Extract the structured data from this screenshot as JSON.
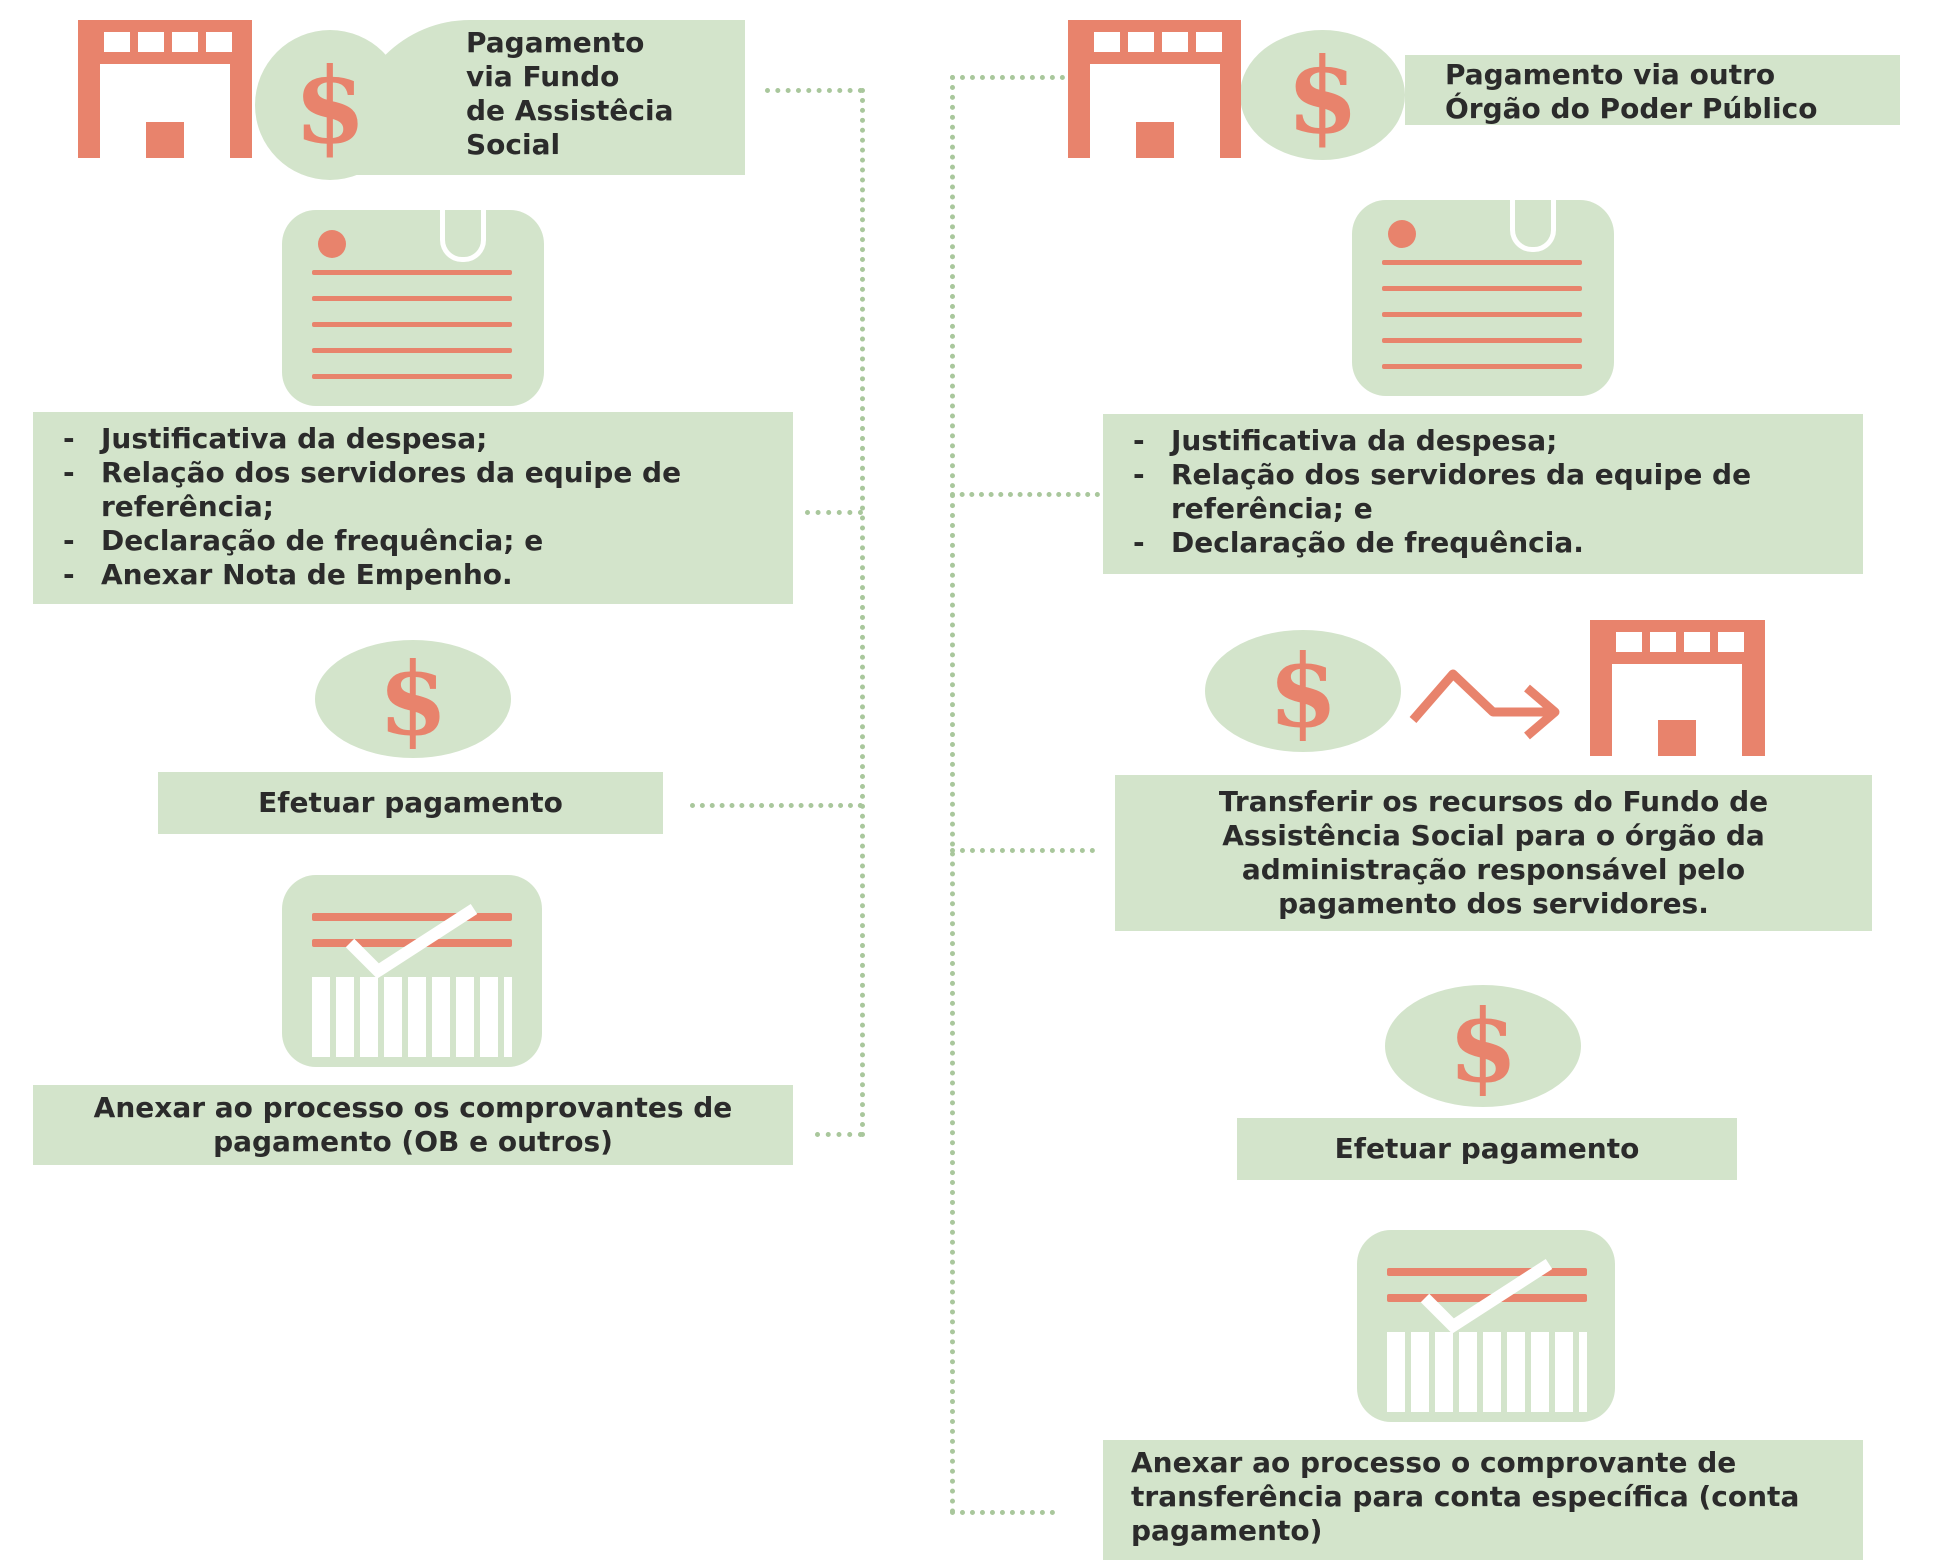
{
  "left": {
    "header_label": "Pagamento via Fundo de Assistêcia Social",
    "header_lines": [
      "Pagamento",
      "via Fundo",
      "de Assistêcia",
      "Social"
    ],
    "requirements": [
      "Justificativa da despesa;",
      "Relação dos servidores da equipe de referência;",
      "Declaração de frequência; e",
      "Anexar Nota de Empenho."
    ],
    "pay_label": "Efetuar pagamento",
    "attach_label": "Anexar ao processo os comprovantes de pagamento (OB e outros)"
  },
  "right": {
    "header_label": "Pagamento via outro Órgão do Poder Público",
    "header_lines": [
      "Pagamento via outro",
      "Órgão do Poder Público"
    ],
    "requirements": [
      "Justificativa da despesa;",
      "Relação dos servidores da equipe de referência; e",
      "Declaração de frequência."
    ],
    "transfer_label": "Transferir os recursos do Fundo de Assistência Social para o órgão da administração responsável pelo pagamento dos servidores.",
    "pay_label": "Efetuar pagamento",
    "attach_label": "Anexar ao processo o comprovante de transferência para conta específica (conta pagamento)"
  },
  "icons": {
    "building": "building-icon",
    "coin": "dollar-coin-icon",
    "document": "clipboard-document-icon",
    "receipt": "receipt-check-icon",
    "arrow": "transfer-arrow-icon"
  },
  "colors": {
    "accent": "#e8836c",
    "panel": "#d3e4cb",
    "connector": "#a9c79c"
  },
  "currency_symbol": "$"
}
